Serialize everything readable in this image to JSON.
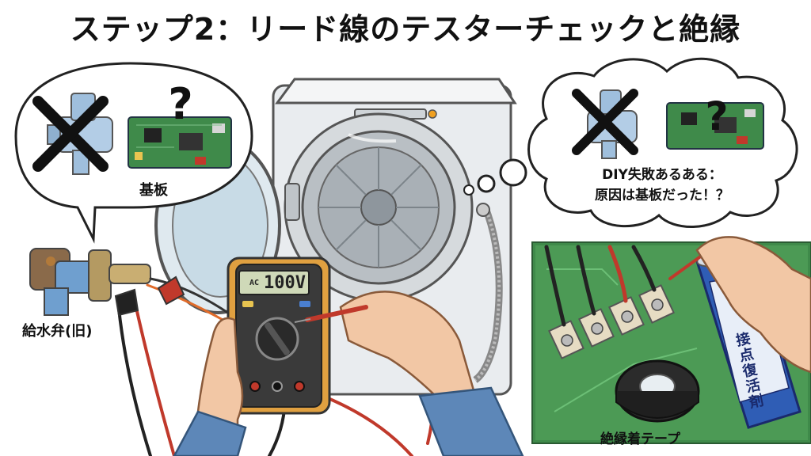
{
  "title": "ステップ2：リード線のテスターチェックと絶縁",
  "labels": {
    "kiban": "基板",
    "valve": "給水弁(旧)",
    "tape": "絶縁着テープ"
  },
  "thought": {
    "line1": "DIY失敗あるある：",
    "line2": "原因は基板だった！？"
  },
  "multimeter": {
    "mode": "AC",
    "reading": "100V"
  },
  "spray_can": {
    "label": "接点復活剤"
  },
  "icons": {
    "cross": "cross-mark-icon",
    "question": "question-mark-icon"
  },
  "colors": {
    "accent_red": "#c0392b",
    "meter_body": "#e0a040",
    "board_green": "#3f8a4a",
    "can_blue": "#2f5db5"
  }
}
